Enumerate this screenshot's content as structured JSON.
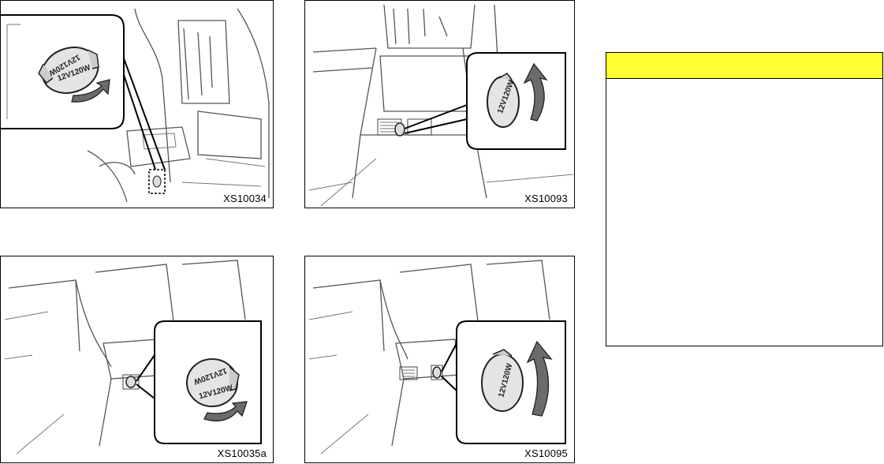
{
  "figures": [
    {
      "code": "XS10034",
      "cap_text": "12V120W"
    },
    {
      "code": "XS10093",
      "cap_text": "12V120W"
    },
    {
      "code": "XS10035a",
      "cap_text": "12V120W"
    },
    {
      "code": "XS10095",
      "cap_text": "12V120W"
    }
  ],
  "caution": {
    "header_color": "#ffff33"
  }
}
